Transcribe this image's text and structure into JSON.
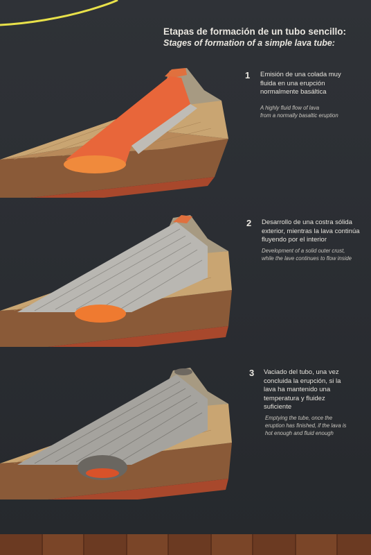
{
  "title": {
    "spanish": "Etapas de formación de un tubo sencillo:",
    "english": "Stages of formation of a simple lava tube:"
  },
  "stages": [
    {
      "number": "1",
      "spanish_lines": [
        "Emisión de una colada muy",
        "fluida en una erupción",
        "normalmente basáltica"
      ],
      "english_lines": [
        "A highly fluid flow of lava",
        "from a normally basaltic eruption"
      ]
    },
    {
      "number": "2",
      "spanish_lines": [
        "Desarrollo de una costra sólida",
        "exterior, mientras la lava continúa",
        "fluyendo por el interior"
      ],
      "english_lines": [
        "Development of a solid outer crust,",
        "while the lave continues to flow inside"
      ]
    },
    {
      "number": "3",
      "spanish_lines": [
        "Vaciado del tubo, una vez",
        "concluida la erupción, si la",
        "lava ha mantenido una",
        "temperatura y fluidez",
        "suficiente"
      ],
      "english_lines": [
        "Emptying the tube, once the",
        "eruption has finished, if the lava is",
        "hot enough and fluid enough"
      ]
    }
  ],
  "colors": {
    "background": "#2b2e33",
    "lava": "#e8663a",
    "crust": "#a9a7a2",
    "ground": "#c9a572",
    "accent_line": "#e8e14a"
  }
}
